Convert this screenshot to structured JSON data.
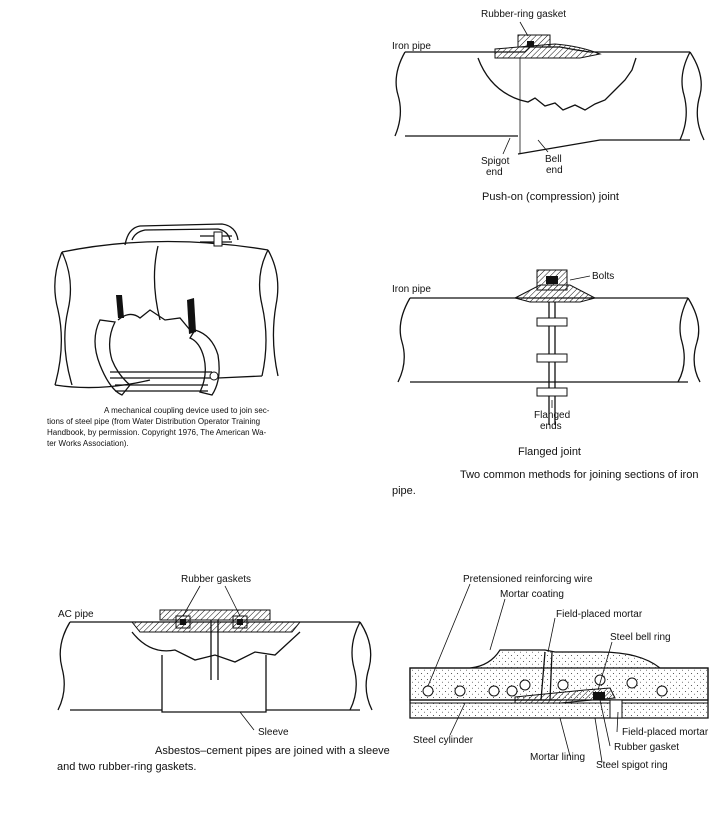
{
  "panels": {
    "push_on": {
      "labels": {
        "gasket": "Rubber-ring gasket",
        "iron_pipe": "Iron pipe",
        "spigot_1": "Spigot",
        "spigot_2": "end",
        "bell_1": "Bell",
        "bell_2": "end"
      },
      "caption": "Push-on (compression) joint"
    },
    "coupling": {
      "caption_lines": [
        "A mechanical coupling device used to join sec-",
        "tions of steel pipe (from Water Distribution Operator Training",
        "Handbook, by permission. Copyright 1976, The American Wa-",
        "ter Works Association)."
      ]
    },
    "flanged": {
      "labels": {
        "bolts": "Bolts",
        "iron_pipe": "Iron pipe",
        "flanged_1": "Flanged",
        "flanged_2": "ends"
      },
      "caption": "Flanged joint",
      "figure_caption_lines": [
        "Two common methods for joining sections of iron",
        "pipe."
      ]
    },
    "asbestos": {
      "labels": {
        "gaskets": "Rubber gaskets",
        "ac_pipe": "AC pipe",
        "sleeve": "Sleeve"
      },
      "caption_lines": [
        "Asbestos–cement pipes are joined with a sleeve",
        "and two rubber-ring gaskets."
      ]
    },
    "steel": {
      "labels": {
        "wire": "Pretensioned reinforcing wire",
        "coating": "Mortar coating",
        "field_mortar_top": "Field-placed mortar",
        "bell_ring": "Steel bell ring",
        "field_mortar_right": "Field-placed mortar",
        "cylinder": "Steel cylinder",
        "gasket": "Rubber gasket",
        "lining": "Mortar lining",
        "spigot_ring": "Steel spigot ring"
      }
    }
  }
}
